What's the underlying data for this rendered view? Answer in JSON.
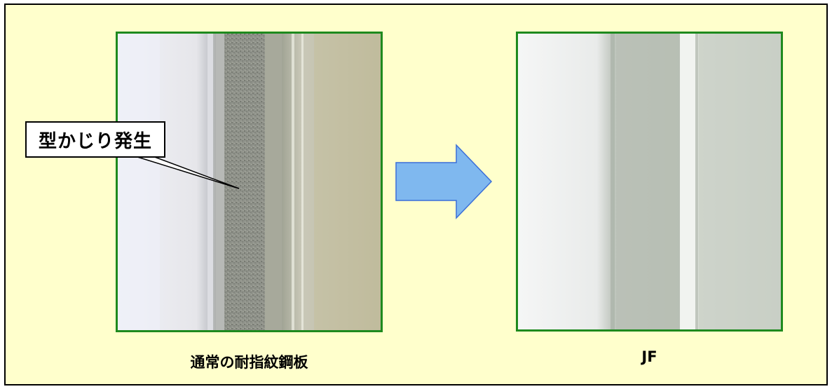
{
  "callout": {
    "text": "型かじり発生"
  },
  "captions": {
    "left": "通常の耐指紋鋼板",
    "right": "JF"
  },
  "colors": {
    "panel_background": "#ffffcc",
    "photo_border": "#1e8a1e",
    "arrow_fill": "#7fb8ef",
    "arrow_stroke": "#3b6fd8"
  }
}
